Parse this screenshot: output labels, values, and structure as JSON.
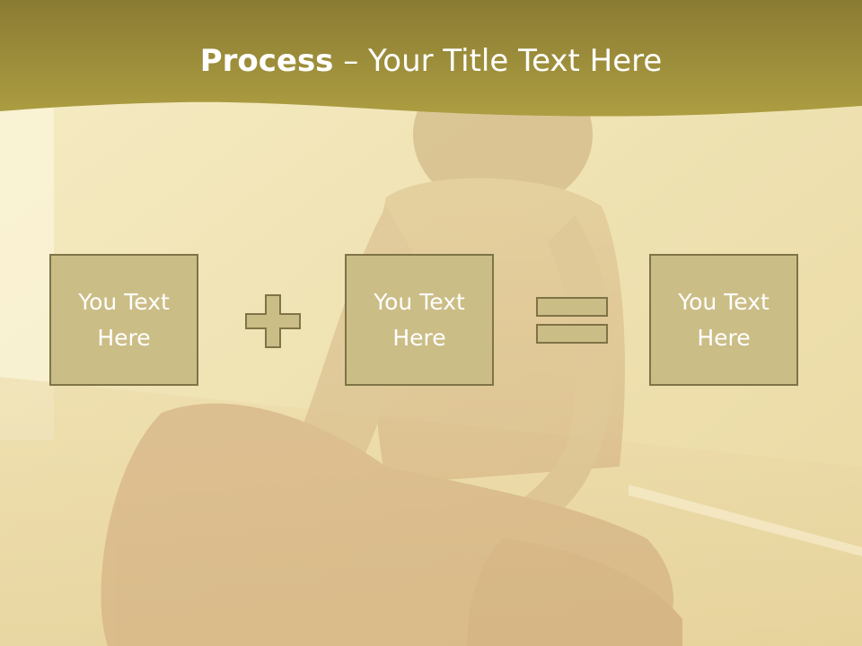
{
  "slide": {
    "title_bold": "Process",
    "title_rest": " – Your Title Text Here"
  },
  "boxes": [
    {
      "text": "You Text\nHere"
    },
    {
      "text": "You Text\nHere"
    },
    {
      "text": "You Text\nHere"
    }
  ],
  "operators": [
    "plus-icon",
    "equals-icon"
  ],
  "colors": {
    "header": "#a99a3d",
    "box_fill": "#cbbd86",
    "box_border": "#7f7447",
    "text": "#ffffff"
  }
}
